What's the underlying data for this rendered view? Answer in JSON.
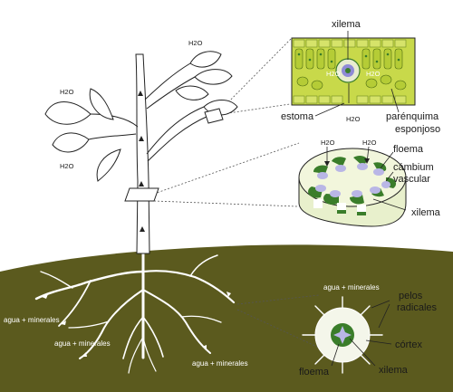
{
  "labels": {
    "xylem_top": "xilema",
    "stoma": "estoma",
    "spongy_1": "parénquima",
    "spongy_2": "esponjoso",
    "phloem_stem": "floema",
    "cambium_1": "cámbium",
    "cambium_2": "vascular",
    "xylem_stem": "xilema",
    "water_minerals_root": "agua + minerales",
    "root_hairs_1": "pelos",
    "root_hairs_2": "radicales",
    "cortex": "córtex",
    "phloem_root": "floema",
    "xylem_root": "xilema",
    "water_minerals_left": "agua + minerales",
    "water_minerals_middle": "agua + minerales",
    "water_minerals_right": "agua + minerales"
  },
  "water_symbol": "H2O",
  "colors": {
    "soil": "#5b5a1e",
    "leaf_tissue": "#c8d94a",
    "cell_dark": "#3a7d2a",
    "vascular_blue": "#b9b6e6",
    "stem_section": "#e8f0cc"
  }
}
